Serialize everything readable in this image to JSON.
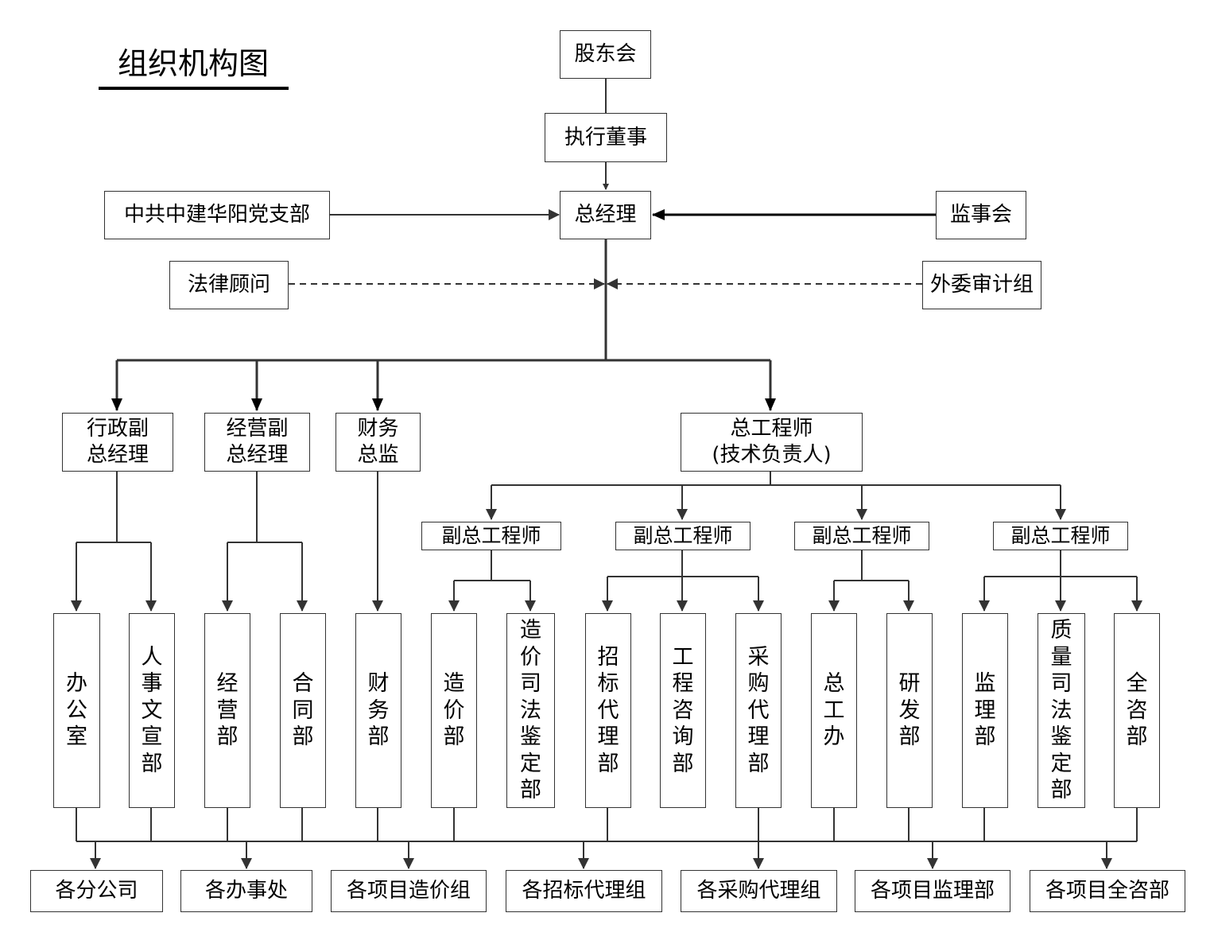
{
  "title": "组织机构图",
  "top": {
    "shareholders": "股东会",
    "executive_director": "执行董事",
    "general_manager": "总经理",
    "party_branch": "中共中建华阳党支部",
    "supervisory_board": "监事会",
    "legal_counsel": "法律顾问",
    "external_audit": "外委审计组"
  },
  "executives": {
    "admin_vp": "行政副\n总经理",
    "business_vp": "经营副\n总经理",
    "finance_director": "财务\n总监",
    "chief_engineer": "总工程师\n(技术负责人)"
  },
  "deputy_chief_engineers": [
    "副总工程师",
    "副总工程师",
    "副总工程师",
    "副总工程师"
  ],
  "departments": [
    "办公室",
    "人事文宣部",
    "经营部",
    "合同部",
    "财务部",
    "造价部",
    "造价司法鉴定部",
    "招标代理部",
    "工程咨询部",
    "采购代理部",
    "总工办",
    "研发部",
    "监理部",
    "质量司法鉴定部",
    "全咨部"
  ],
  "units": [
    "各分公司",
    "各办事处",
    "各项目造价组",
    "各招标代理组",
    "各采购代理组",
    "各项目监理部",
    "各项目全咨部"
  ]
}
